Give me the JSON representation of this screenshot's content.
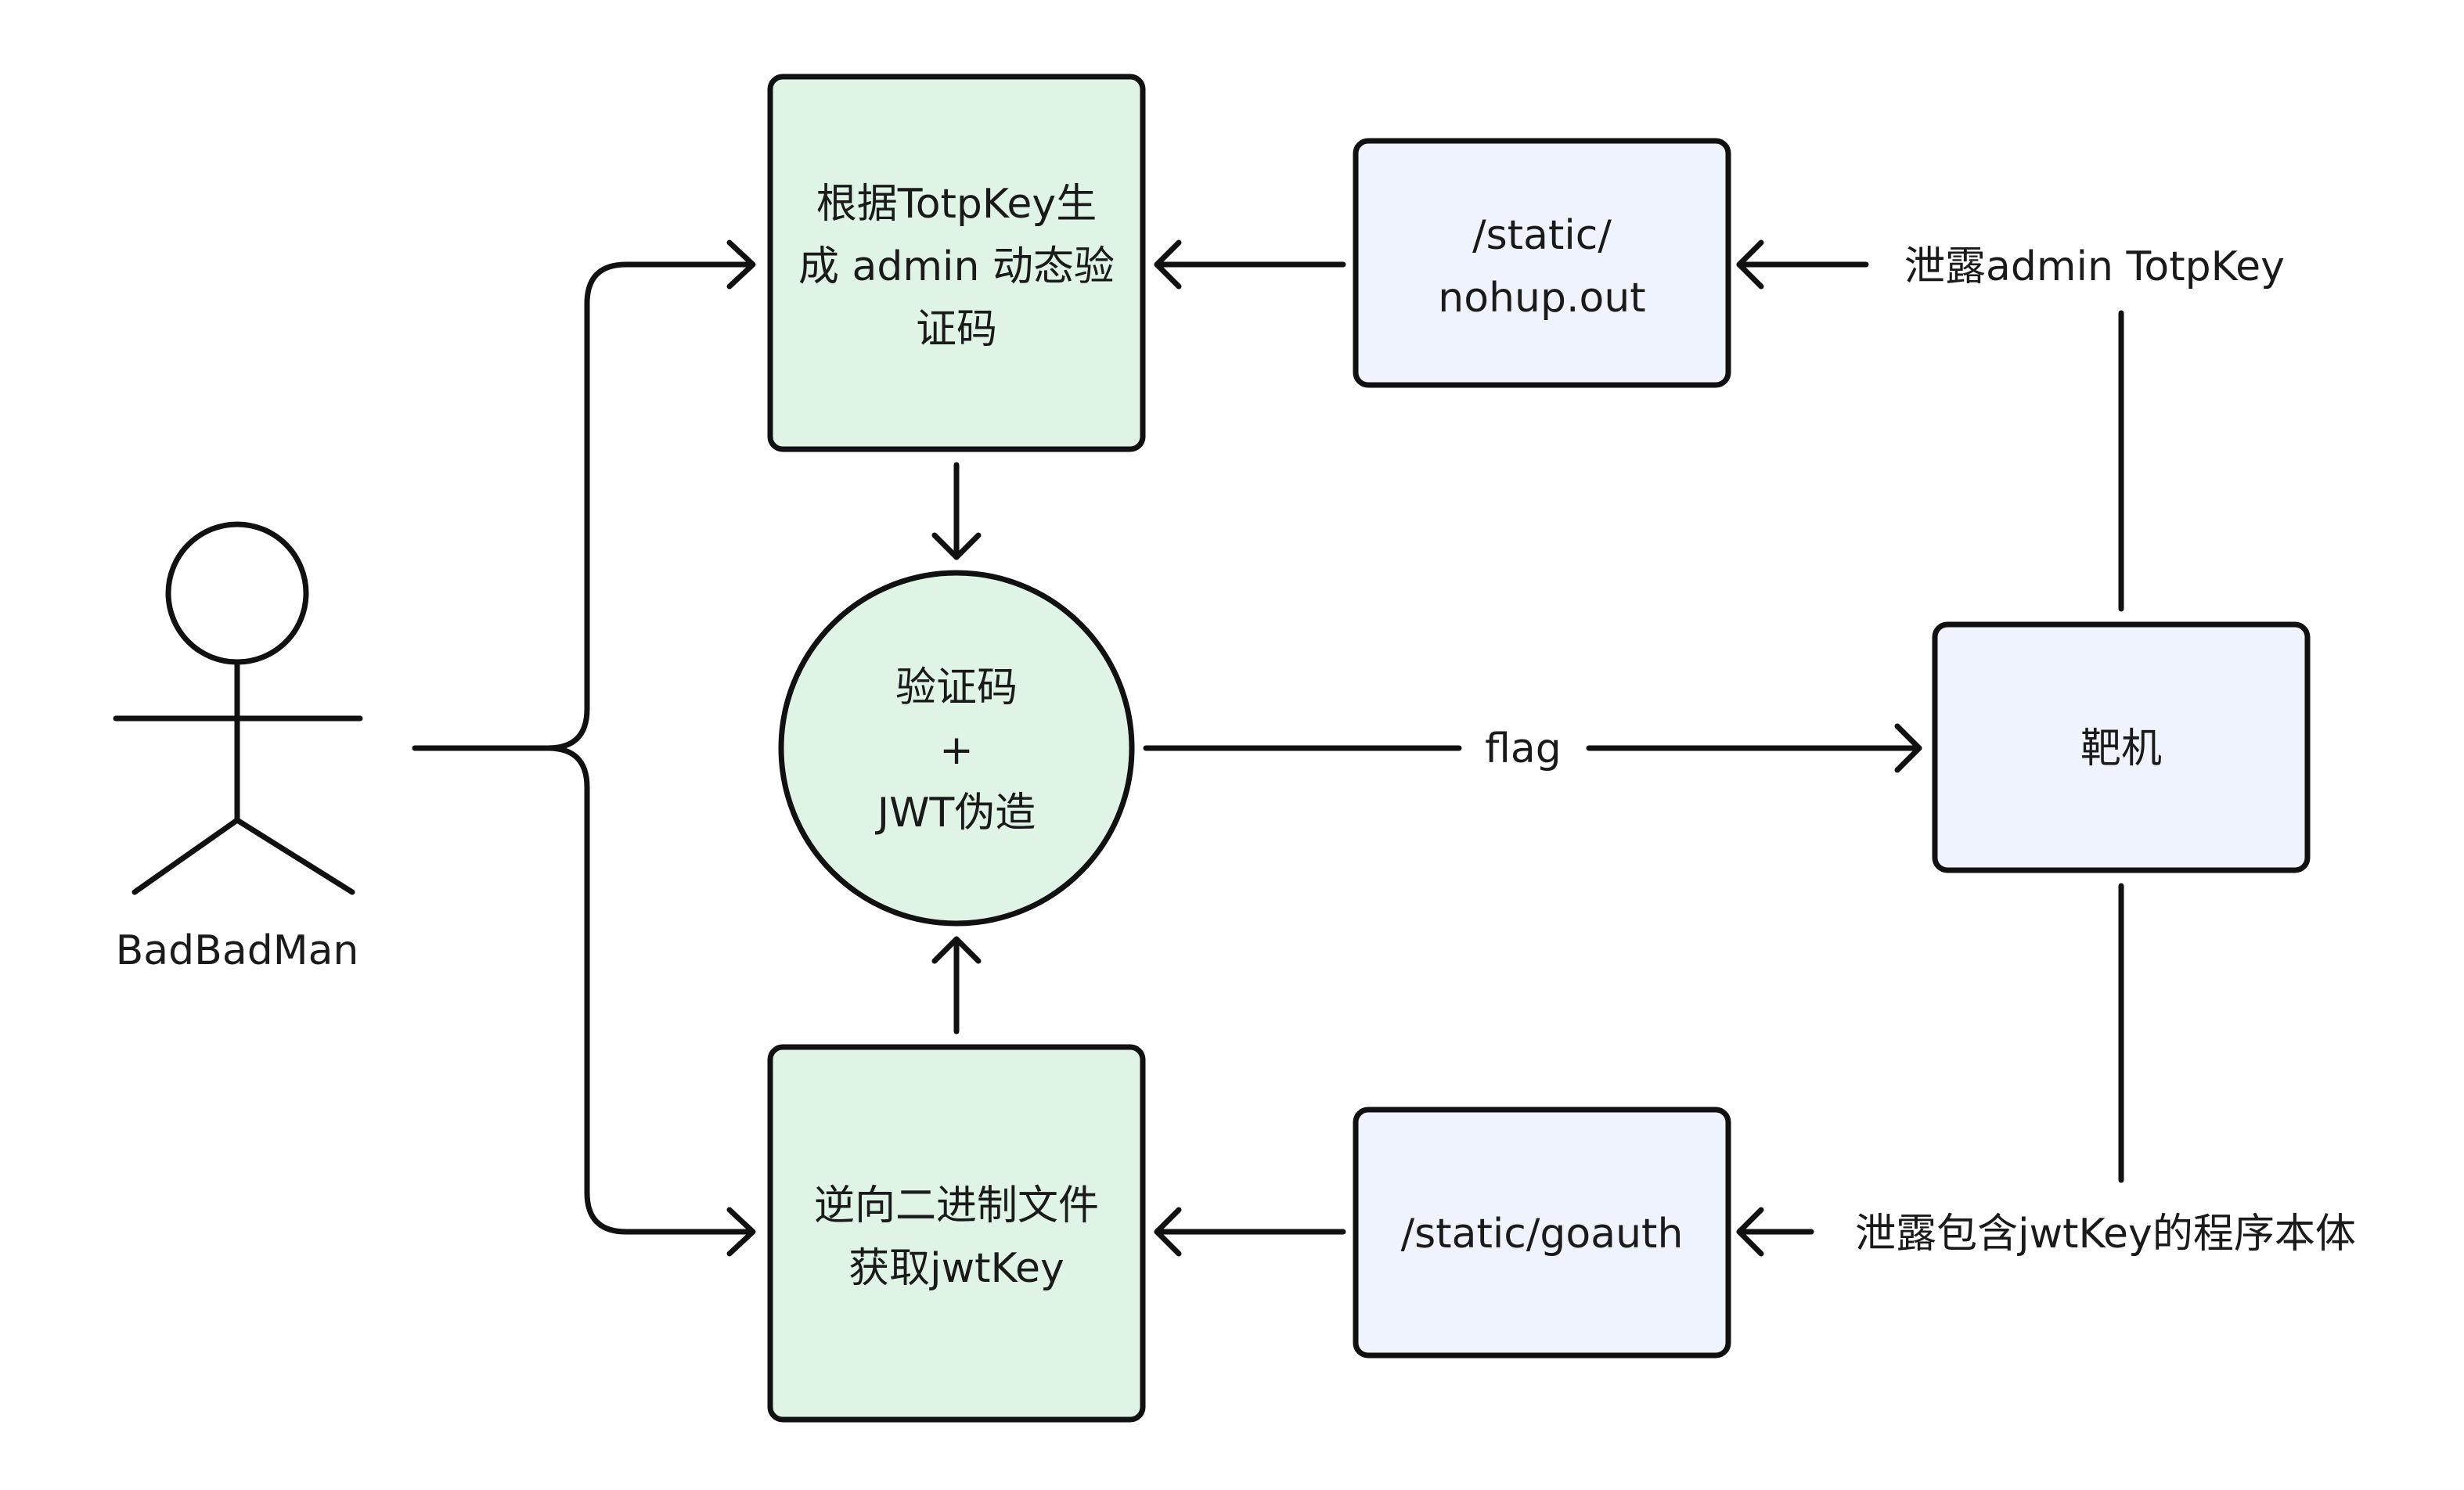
{
  "colors": {
    "green_fill": "#dff4e4",
    "blue_fill": "#eef3fd",
    "stroke": "#111111",
    "background": "#ffffff"
  },
  "actor": {
    "label": "BadBadMan",
    "icon": "stick-figure-icon"
  },
  "nodes": {
    "generate_code": {
      "lines": [
        "根据TotpKey生",
        "成 admin 动态验",
        "证码"
      ]
    },
    "nohup": {
      "lines": [
        "/static/",
        "nohup.out"
      ]
    },
    "forge": {
      "lines": [
        "验证码",
        "+",
        "JWT伪造"
      ]
    },
    "target": {
      "lines": [
        "靶机"
      ]
    },
    "reverse": {
      "lines": [
        "逆向二进制文件",
        "获取jwtKey"
      ]
    },
    "goauth": {
      "lines": [
        "/static/goauth"
      ]
    }
  },
  "edge_labels": {
    "leak_totp": "泄露admin TotpKey",
    "flag": "flag",
    "leak_program": "泄露包含jwtKey的程序本体"
  }
}
